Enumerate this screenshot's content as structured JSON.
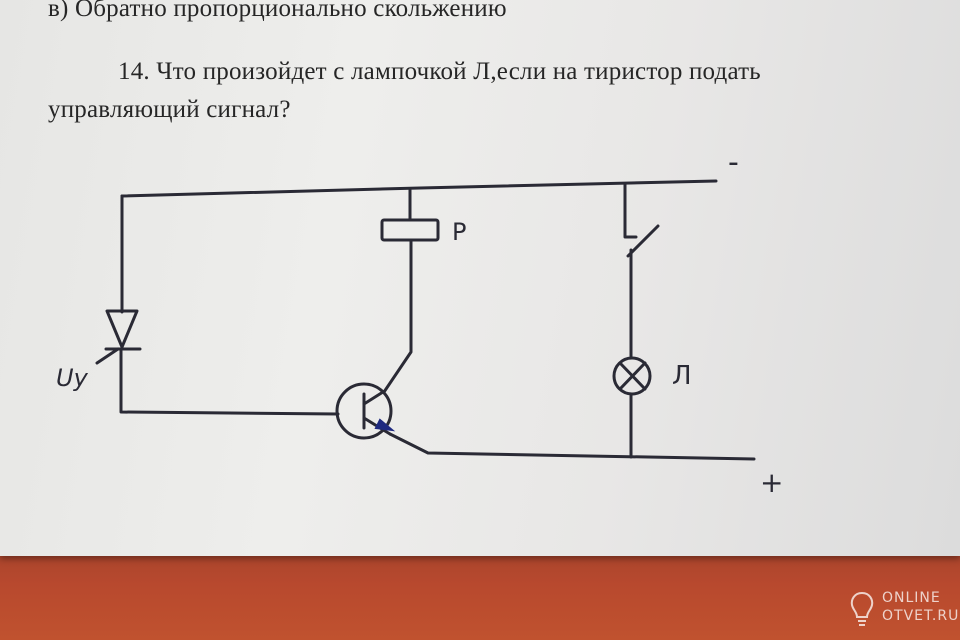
{
  "document": {
    "option_v": "в) Обратно пропорционально скольжению",
    "question_line1": "14. Что произойдет с лампочкой Л,если на тиристор подать",
    "question_line2": "управляющий сигнал?"
  },
  "circuit": {
    "minus_label": "-",
    "plus_label": "+",
    "relay_label": "P",
    "lamp_label": "Л",
    "control_label": "Uy"
  },
  "watermark": {
    "line1": "ONLINE",
    "line2": "OTVET.RU"
  }
}
